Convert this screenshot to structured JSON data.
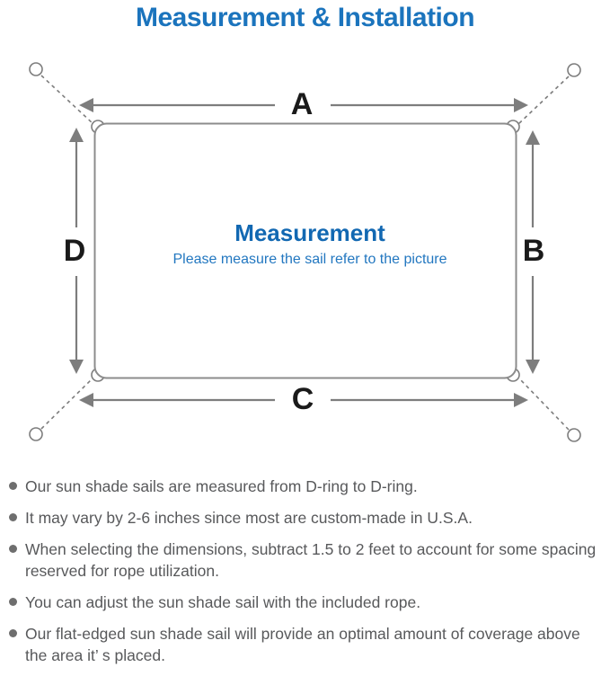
{
  "title": "Measurement & Installation",
  "diagram": {
    "labels": {
      "top": "A",
      "right": "B",
      "bottom": "C",
      "left": "D"
    },
    "center_heading": "Measurement",
    "center_caption": "Please measure the sail refer to the picture",
    "colors": {
      "title_blue": "#1b74bd",
      "heading_blue": "#1268b2",
      "caption_blue": "#2277c0",
      "line_gray": "#7d7d7d",
      "label_black": "#1a1a1a"
    }
  },
  "notes": {
    "items": [
      "Our sun shade sails are measured from D-ring to D-ring.",
      "It may vary by 2-6 inches since most are custom-made in U.S.A.",
      "When selecting the dimensions, subtract 1.5 to 2 feet to account for some spacing reserved for rope utilization.",
      "You can adjust the sun shade sail with the included rope.",
      "Our flat-edged sun shade sail will provide an optimal amount of coverage above the area it’ s placed."
    ]
  }
}
